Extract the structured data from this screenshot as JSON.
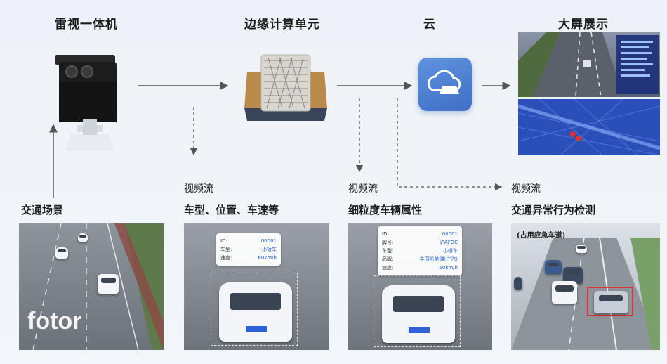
{
  "steps": {
    "camera": "雷视一体机",
    "edge": "边缘计算单元",
    "cloud": "云",
    "display": "大屏展示",
    "scene": "交通场景"
  },
  "streams": [
    {
      "label": "视频流",
      "desc": "车型、位置、车速等"
    },
    {
      "label": "视频流",
      "desc": "细粒度车辆属性"
    },
    {
      "label": "视频流",
      "desc": "交通异常行为检测"
    }
  ],
  "card1": {
    "rows": [
      {
        "k": "ID:",
        "v": "00001"
      },
      {
        "k": "车型:",
        "v": "小轿车"
      },
      {
        "k": "速度:",
        "v": "60km/h"
      }
    ]
  },
  "card2": {
    "rows": [
      {
        "k": "ID:",
        "v": "00001"
      },
      {
        "k": "牌号:",
        "v": "沪AFDC"
      },
      {
        "k": "车型:",
        "v": "小轿车"
      },
      {
        "k": "品牌:",
        "v": "丰田凯美瑞(广汽)"
      },
      {
        "k": "速度:",
        "v": "60km/h"
      }
    ]
  },
  "anomaly_caption": "(占用应急车道)",
  "watermark": "fotor",
  "colors": {
    "arrow": "#555555",
    "cloud_tile": "#4a7fd0",
    "map_bg": "#2a4fb8",
    "highlight": "#e03030",
    "value_blue": "#1f5fd6"
  }
}
